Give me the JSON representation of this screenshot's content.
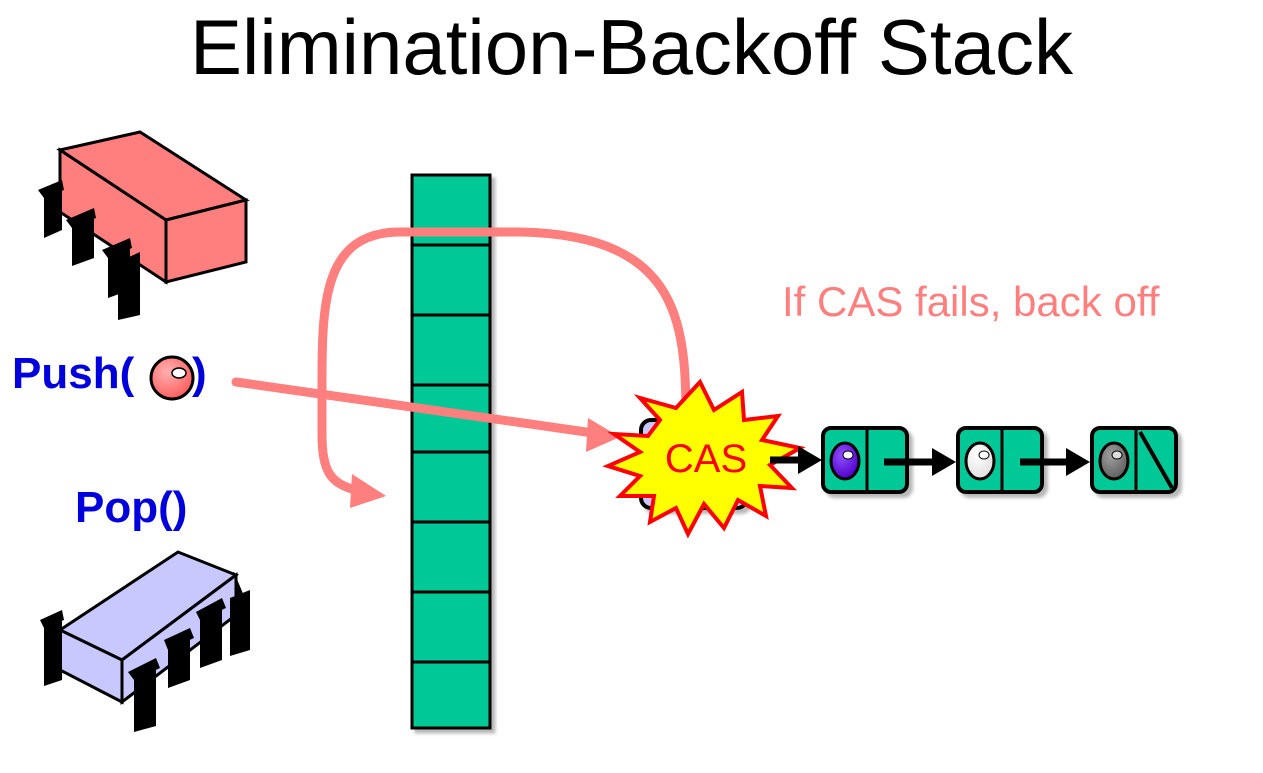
{
  "title": "Elimination-Backoff Stack",
  "labels": {
    "push_prefix": "Push(",
    "push_suffix": ")",
    "pop": "Pop()",
    "cas": "CAS",
    "note": "If CAS fails, back off"
  },
  "colors": {
    "slot_fill": "#00c896",
    "arrow_pink": "#ff7f7f",
    "push_color": "#0000dd",
    "note_color": "#ff7f7f",
    "cas_text": "#ff0000",
    "burst_fill": "#ffff00",
    "burst_stroke": "#ff0000",
    "thread_push": "#ff7f7f",
    "thread_pop": "#c8c8ff",
    "node_fill": "#00c896"
  },
  "elimination_array": {
    "slots": 8
  },
  "linked_list": {
    "nodes": [
      {
        "item": "purple-ball"
      },
      {
        "item": "white-ball"
      },
      {
        "item": "gray-ball",
        "null_next": true
      }
    ]
  }
}
